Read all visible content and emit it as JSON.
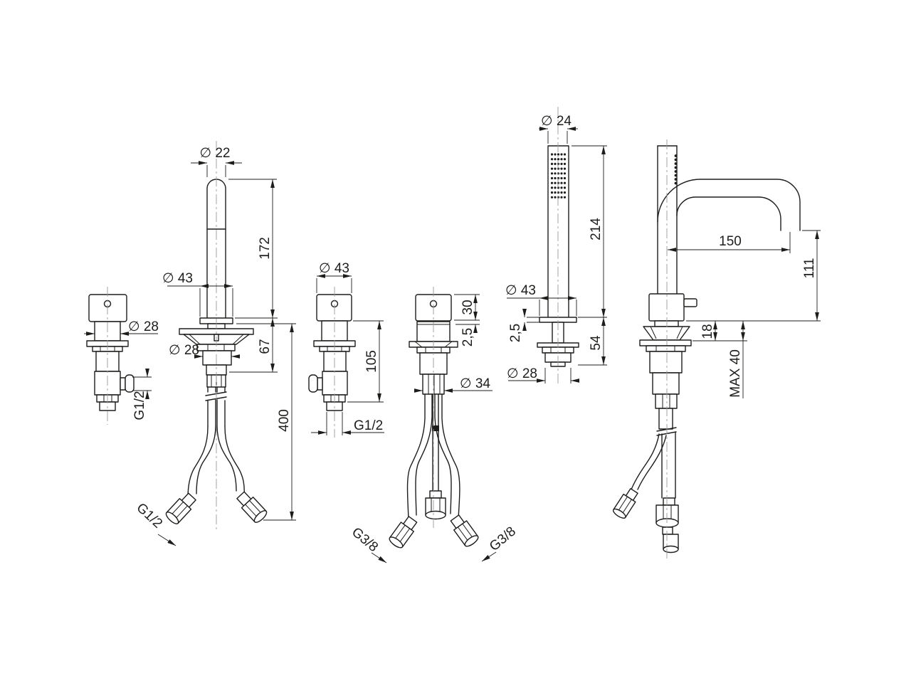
{
  "drawing_type": "faucet technical dimension drawing",
  "colors": {
    "line": "#1d1d1b",
    "background": "#ffffff",
    "centerline": "#9a9a9a"
  },
  "dims": {
    "valve_left": {
      "diameter": "∅ 28",
      "thread": "G1/2"
    },
    "spout": {
      "top_diameter": "∅ 22",
      "upper_height": "172",
      "collar_diameter": "∅ 43",
      "body_diameter": "∅ 28",
      "base_height": "67",
      "total_height": "400",
      "thread": "G1/2"
    },
    "valve_right": {
      "diameter": "∅ 43",
      "height": "105",
      "thread": "G1/2"
    },
    "diverter": {
      "handle_height": "30",
      "gap": "2,5",
      "thread_diameter": "∅ 34",
      "thread_left": "G3/8",
      "thread_right": "G3/8"
    },
    "handshower": {
      "diameter": "∅ 24",
      "length": "214",
      "collar_diameter": "∅ 43",
      "collar_thickness": "2,5",
      "base_height": "54",
      "base_diameter": "∅ 28"
    },
    "faucet": {
      "spout_reach": "150",
      "spout_height": "111",
      "body_height": "18",
      "max_deck": "MAX 40"
    }
  }
}
